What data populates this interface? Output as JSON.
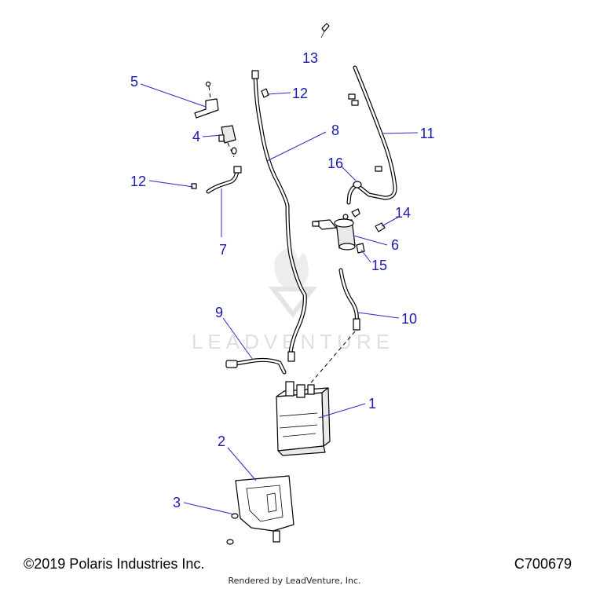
{
  "watermark": {
    "text": "LEADVENTURE"
  },
  "callouts": [
    {
      "id": "1",
      "label": "1"
    },
    {
      "id": "2",
      "label": "2"
    },
    {
      "id": "3",
      "label": "3"
    },
    {
      "id": "4",
      "label": "4"
    },
    {
      "id": "5",
      "label": "5"
    },
    {
      "id": "6",
      "label": "6"
    },
    {
      "id": "7",
      "label": "7"
    },
    {
      "id": "8",
      "label": "8"
    },
    {
      "id": "9",
      "label": "9"
    },
    {
      "id": "10",
      "label": "10"
    },
    {
      "id": "11",
      "label": "11"
    },
    {
      "id": "12a",
      "label": "12"
    },
    {
      "id": "12b",
      "label": "12"
    },
    {
      "id": "13",
      "label": "13"
    },
    {
      "id": "14",
      "label": "14"
    },
    {
      "id": "15",
      "label": "15"
    },
    {
      "id": "16",
      "label": "16"
    }
  ],
  "footer": {
    "copyright": "©2019 Polaris Industries Inc.",
    "figure_id": "C700679",
    "rendered_by": "Rendered by LeadVenture, Inc."
  },
  "colors": {
    "callout": "#1a1ab0",
    "line": "#000000",
    "watermark": "#dcdcdc"
  }
}
